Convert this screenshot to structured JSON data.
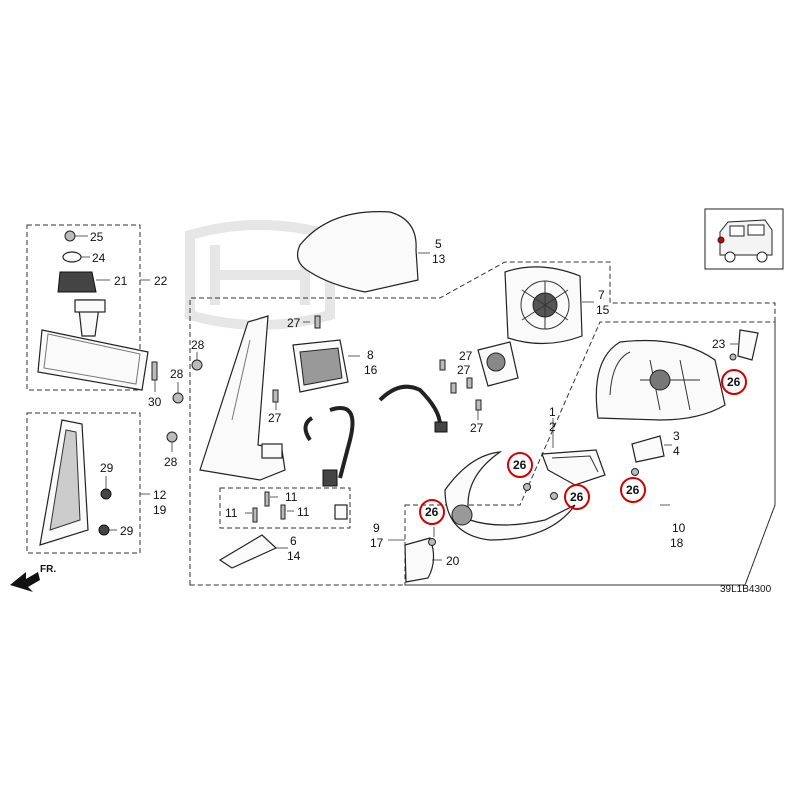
{
  "diagram": {
    "code": "39L1B4300",
    "front_indicator": "FR.",
    "highlight_color": "#d40000",
    "labels": {
      "p25": "25",
      "p24": "24",
      "p21": "21",
      "p22": "22",
      "p28a": "28",
      "p28b": "28",
      "p28c": "28",
      "p30": "30",
      "p29a": "29",
      "p29b": "29",
      "p12": "12",
      "p19": "19",
      "p5": "5",
      "p13": "13",
      "p7": "7",
      "p15": "15",
      "p27a": "27",
      "p27b": "27",
      "p27c": "27",
      "p27d": "27",
      "p27e": "27",
      "p8": "8",
      "p16": "16",
      "p11a": "11",
      "p11b": "11",
      "p11c": "11",
      "p6": "6",
      "p14": "14",
      "p23": "23",
      "p1": "1",
      "p2": "2",
      "p3": "3",
      "p4": "4",
      "p9": "9",
      "p17": "17",
      "p10": "10",
      "p18": "18",
      "p20": "20",
      "p26a": "26",
      "p26b": "26",
      "p26c": "26",
      "p26d": "26",
      "p26e": "26"
    }
  }
}
